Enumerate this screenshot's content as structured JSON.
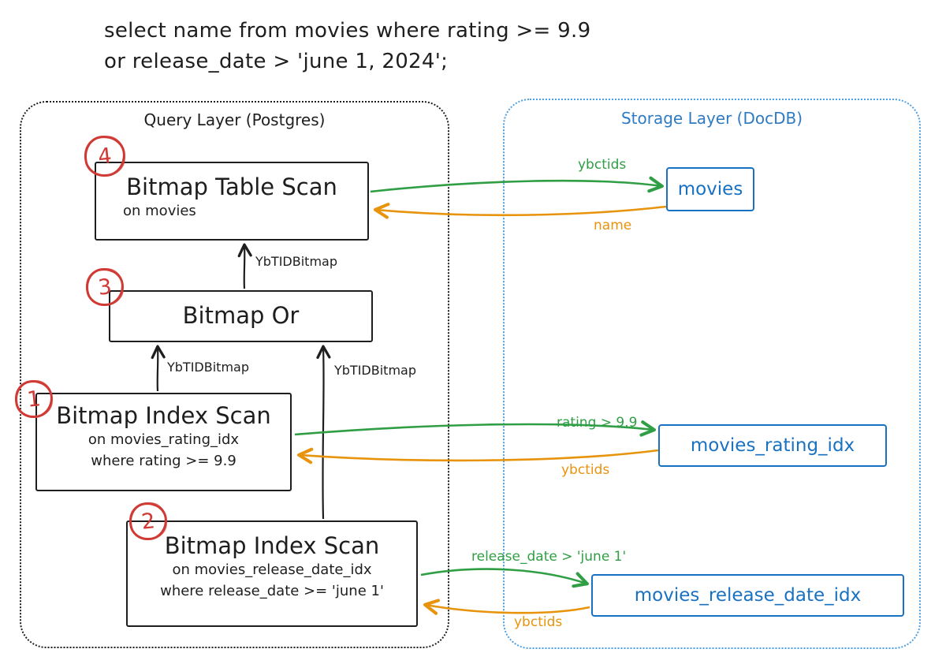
{
  "query": {
    "line1": "select name from movies where rating >= 9.9",
    "line2": "or release_date > 'june 1, 2024';"
  },
  "layers": {
    "query": "Query Layer (Postgres)",
    "storage": "Storage Layer (DocDB)"
  },
  "plan": {
    "table_scan": {
      "step": "4",
      "title": "Bitmap Table Scan",
      "detail1": "on movies"
    },
    "bitmap_or": {
      "step": "3",
      "title": "Bitmap Or"
    },
    "index_scan_rating": {
      "step": "1",
      "title": "Bitmap Index Scan",
      "detail1": "on movies_rating_idx",
      "detail2": "where rating >= 9.9"
    },
    "index_scan_release": {
      "step": "2",
      "title": "Bitmap Index Scan",
      "detail1": "on movies_release_date_idx",
      "detail2": "where release_date >= 'june 1'"
    }
  },
  "storage": {
    "movies": "movies",
    "rating_idx": "movies_rating_idx",
    "release_idx": "movies_release_date_idx"
  },
  "edges": {
    "tid1": "YbTIDBitmap",
    "tid2": "YbTIDBitmap",
    "tid3": "YbTIDBitmap",
    "ybctids_movies": "ybctids",
    "name_return": "name",
    "rating_pred": "rating > 9.9",
    "ybctids_rating": "ybctids",
    "release_pred": "release_date > 'june 1'",
    "ybctids_release": "ybctids"
  },
  "colors": {
    "ink": "#1e1e1e",
    "red": "#d03a34",
    "blue": "#1971c2",
    "blue_light": "#4e9fe0",
    "green": "#2f9e44",
    "orange": "#e8930c"
  }
}
